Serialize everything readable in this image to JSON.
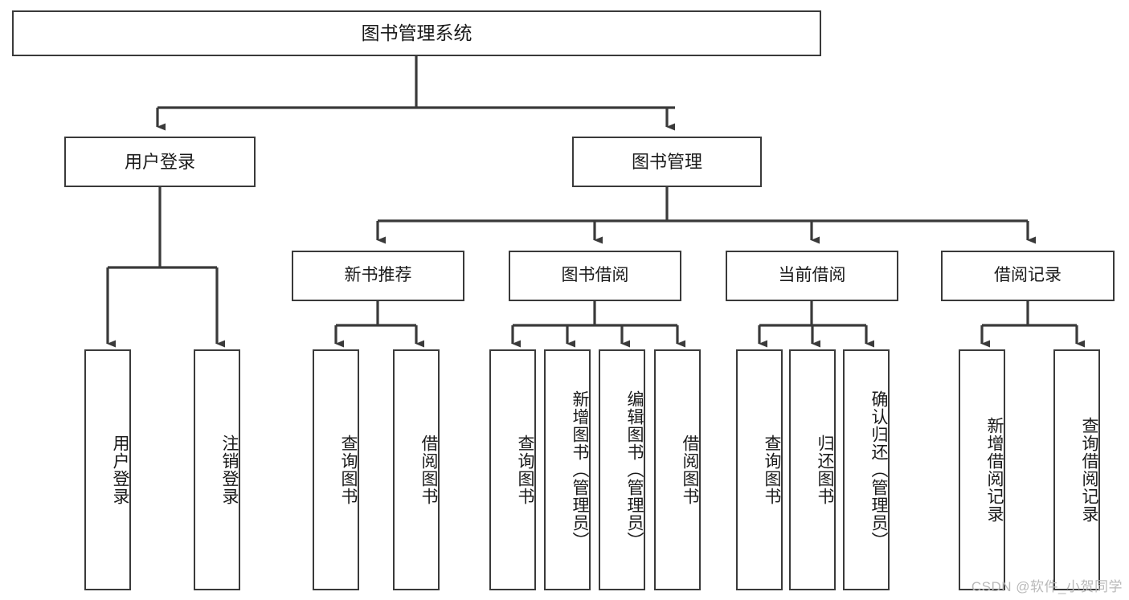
{
  "diagram": {
    "title": "图书管理系统",
    "type": "功能结构图",
    "watermark": "CSDN @软件_小贺同学",
    "colors": {
      "node_border": "#3a3a3a",
      "node_fill": "#ffffff",
      "connector": "#3a3a3a",
      "text": "#1a1a1a",
      "watermark": "#b9b9b9"
    },
    "root": {
      "label": "图书管理系统"
    },
    "level2": [
      {
        "label": "用户登录"
      },
      {
        "label": "图书管理"
      }
    ],
    "level3": [
      {
        "label": "新书推荐"
      },
      {
        "label": "图书借阅"
      },
      {
        "label": "当前借阅"
      },
      {
        "label": "借阅记录"
      }
    ],
    "leaves": {
      "user_login": [
        {
          "label": "用户登录"
        },
        {
          "label": "注销登录"
        }
      ],
      "new_book_recommend": [
        {
          "label": "查询图书"
        },
        {
          "label": "借阅图书"
        }
      ],
      "book_borrow": [
        {
          "label": "查询图书"
        },
        {
          "label": "新增图书（管理员）"
        },
        {
          "label": "编辑图书（管理员）"
        },
        {
          "label": "借阅图书"
        }
      ],
      "current_borrow": [
        {
          "label": "查询图书"
        },
        {
          "label": "归还图书"
        },
        {
          "label": "确认归还（管理员）"
        }
      ],
      "borrow_record": [
        {
          "label": "新增借阅记录"
        },
        {
          "label": "查询借阅记录"
        }
      ]
    }
  }
}
